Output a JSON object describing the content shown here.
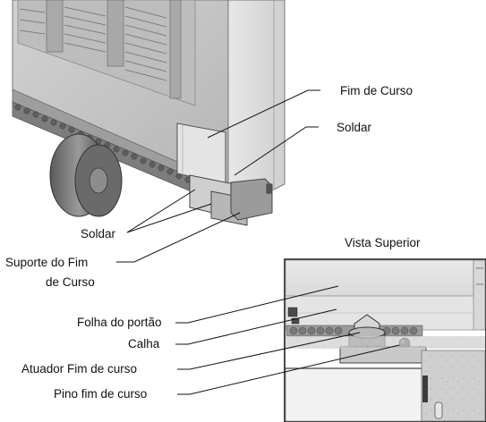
{
  "labels": {
    "fim_de_curso": "Fim de Curso",
    "soldar_top": "Soldar",
    "soldar_bottom": "Soldar",
    "suporte_line1": "Suporte do Fim",
    "suporte_line2": "de Curso",
    "vista_superior": "Vista Superior",
    "folha": "Folha do portão",
    "calha": "Calha",
    "atuador": "Atuador Fim de curso",
    "pino": "Pino fim de curso"
  }
}
